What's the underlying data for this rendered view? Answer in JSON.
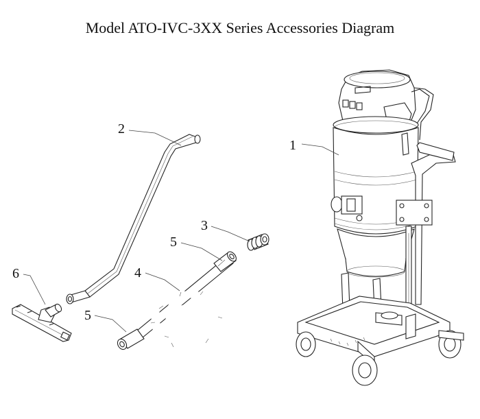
{
  "title": "Model ATO-IVC-3XX Series Accessories Diagram",
  "callouts": {
    "vacuum": "1",
    "wand": "2",
    "adapter": "3",
    "hose": "4",
    "tube_upper": "5",
    "tube_lower": "5",
    "floor_tool": "6"
  }
}
